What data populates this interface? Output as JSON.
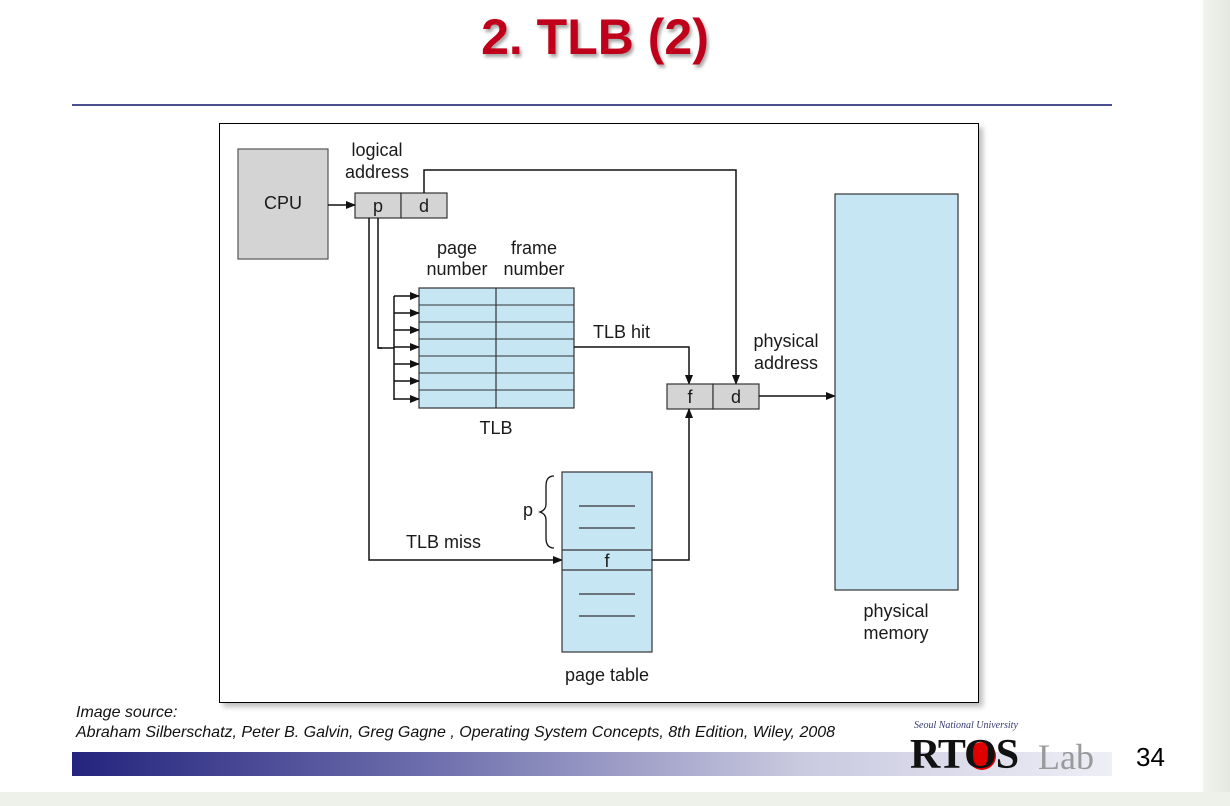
{
  "slide": {
    "title": "2. TLB (2)",
    "page_number": "34"
  },
  "diagram": {
    "cpu_label": "CPU",
    "logical_address_line1": "logical",
    "logical_address_line2": "address",
    "p_label": "p",
    "d_label": "d",
    "page_number_line1": "page",
    "page_number_line2": "number",
    "frame_number_line1": "frame",
    "frame_number_line2": "number",
    "tlb_label": "TLB",
    "tlb_hit_label": "TLB hit",
    "tlb_miss_label": "TLB miss",
    "physical_address_line1": "physical",
    "physical_address_line2": "address",
    "f_label": "f",
    "d2_label": "d",
    "page_table_p_label": "p",
    "page_table_f_label": "f",
    "page_table_label": "page table",
    "physical_memory_line1": "physical",
    "physical_memory_line2": "memory",
    "colors": {
      "box_gray": "#d4d4d4",
      "table_blue": "#c6e6f4",
      "line": "#111111"
    }
  },
  "source": {
    "label": "Image source:",
    "citation": "Abraham Silberschatz, Peter B. Galvin, Greg Gagne , Operating System Concepts, 8th Edition, Wiley, 2008"
  },
  "logo": {
    "university": "Seoul National University",
    "main": "RTOS",
    "lab": "Lab"
  }
}
